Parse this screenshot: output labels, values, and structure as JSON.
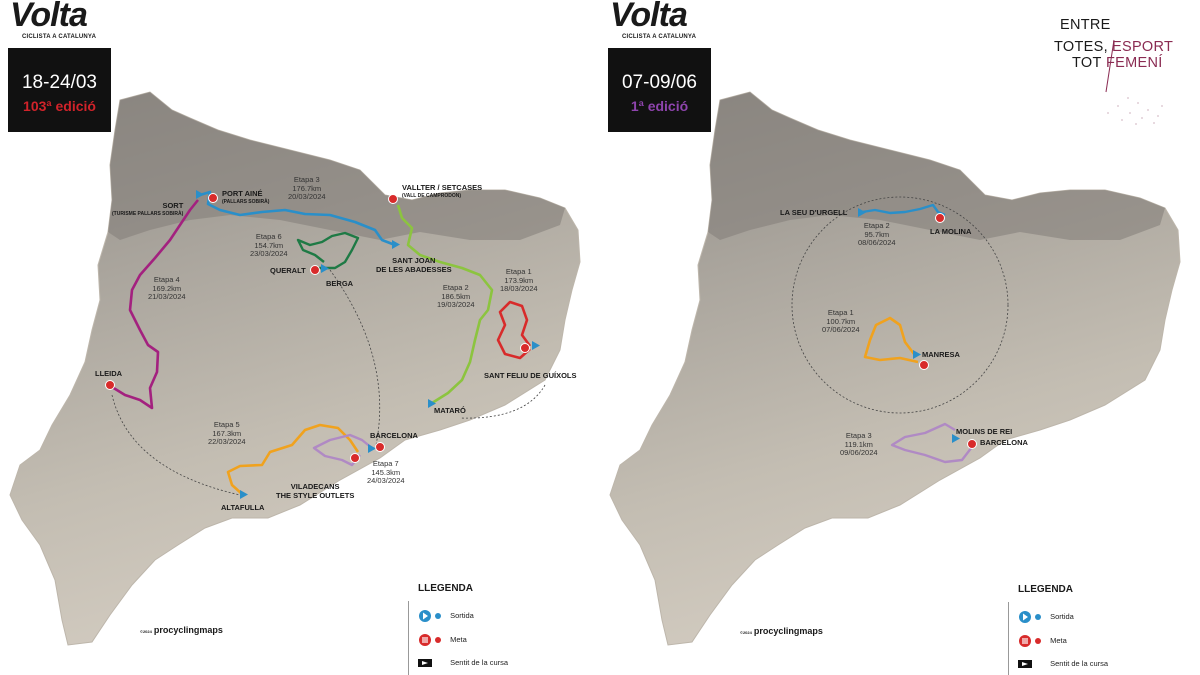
{
  "left": {
    "logo": {
      "title": "Volta",
      "subtitle": "CICLISTA A CATALUNYA"
    },
    "dates": "18-24/03",
    "edition": "103ª edició",
    "edition_color": "#d1232a",
    "places": {
      "sort": "SORT",
      "sort_sub": "(TURISME PALLARS SOBIRÀ)",
      "port_aine": "PORT AINÉ",
      "port_aine_sub": "(PALLARS SOBIRÀ)",
      "vallter": "VALLTER / SETCASES",
      "vallter_sub": "(VALL DE CAMPRODON)",
      "queralt": "QUERALT",
      "berga": "BERGA",
      "sant_joan": "SANT JOAN",
      "sant_joan2": "DE LES ABADESSES",
      "lleida": "LLEIDA",
      "sant_feliu": "SANT FELIU DE GUÍXOLS",
      "mataro": "MATARÓ",
      "barcelona": "BARCELONA",
      "viladecans": "VILADECANS",
      "viladecans2": "THE STYLE OUTLETS",
      "altafulla": "ALTAFULLA"
    },
    "stages": [
      {
        "name": "Etapa 1",
        "km": "173.9km",
        "date": "18/03/2024",
        "color": "#d82b2b"
      },
      {
        "name": "Etapa 2",
        "km": "186.5km",
        "date": "19/03/2024",
        "color": "#8cc43f"
      },
      {
        "name": "Etapa 3",
        "km": "176.7km",
        "date": "20/03/2024",
        "color": "#2a8fc9"
      },
      {
        "name": "Etapa 4",
        "km": "169.2km",
        "date": "21/03/2024",
        "color": "#a3217f"
      },
      {
        "name": "Etapa 5",
        "km": "167.3km",
        "date": "22/03/2024",
        "color": "#f0a21e"
      },
      {
        "name": "Etapa 6",
        "km": "154.7km",
        "date": "23/03/2024",
        "color": "#1e7a45"
      },
      {
        "name": "Etapa 7",
        "km": "145.3km",
        "date": "24/03/2024",
        "color": "#b08ac4"
      }
    ],
    "legend": {
      "title": "LLEGENDA",
      "start": "Sortida",
      "finish": "Meta",
      "direction": "Sentit de la cursa"
    },
    "credit_prefix": "©2024",
    "credit": "procyclingmaps"
  },
  "right": {
    "logo": {
      "title": "Volta",
      "subtitle": "CICLISTA A CATALUNYA"
    },
    "dates": "07-09/06",
    "edition": "1ª edició",
    "edition_color": "#8e44ad",
    "slogan": [
      "ENTRE",
      "TOTES,",
      "ESPORT",
      "TOT",
      "FEMENÍ"
    ],
    "places": {
      "la_seu": "LA SEU D'URGELL",
      "la_molina": "LA MOLINA",
      "manresa": "MANRESA",
      "molins": "MOLINS DE REI",
      "barcelona": "BARCELONA"
    },
    "stages": [
      {
        "name": "Etapa 1",
        "km": "100.7km",
        "date": "07/06/2024",
        "color": "#f0a21e"
      },
      {
        "name": "Etapa 2",
        "km": "95.7km",
        "date": "08/06/2024",
        "color": "#2a8fc9"
      },
      {
        "name": "Etapa 3",
        "km": "119.1km",
        "date": "09/06/2024",
        "color": "#b08ac4"
      }
    ],
    "legend": {
      "title": "LLEGENDA",
      "start": "Sortida",
      "finish": "Meta",
      "direction": "Sentit de la cursa"
    },
    "credit_prefix": "©2024",
    "credit": "procyclingmaps"
  }
}
